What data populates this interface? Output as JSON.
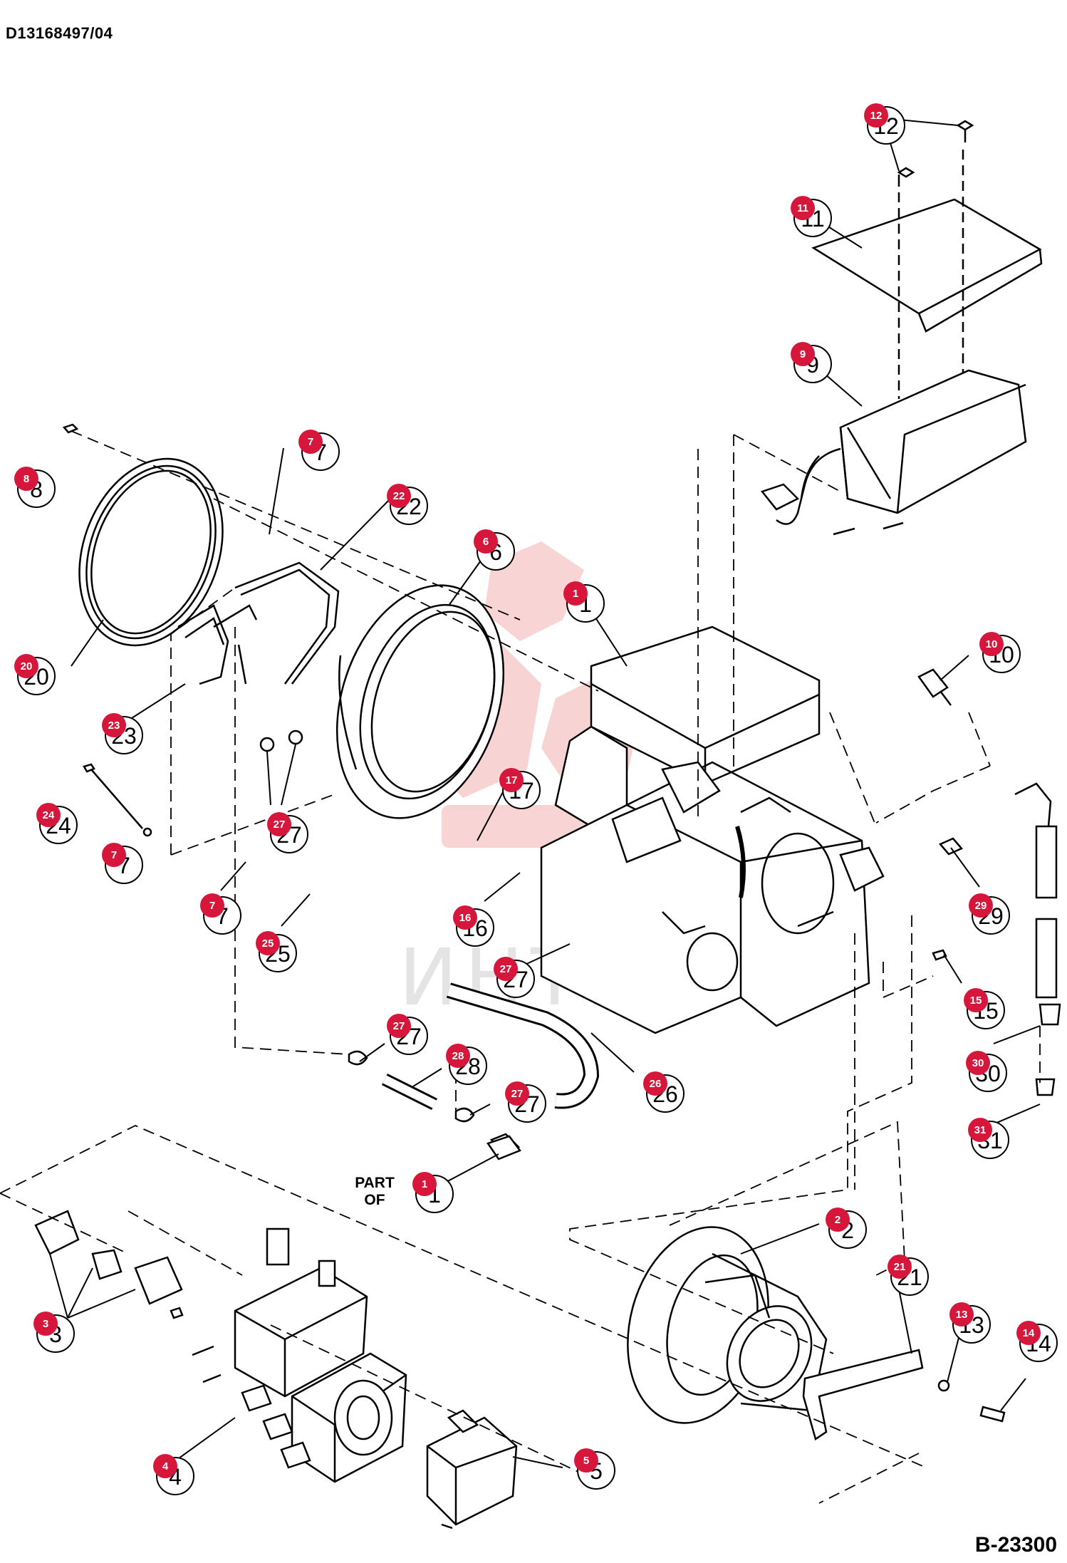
{
  "document": {
    "id": "D13168497/04",
    "page_code": "B-23300",
    "watermark": "ИНТЕХ"
  },
  "labels": {
    "part_of_line1": "PART",
    "part_of_line2": "OF"
  },
  "colors": {
    "badge": "#d7163c",
    "line": "#000000",
    "watermark_red": "#f3c7c7"
  },
  "callouts": [
    {
      "id": "c12",
      "number": "12"
    },
    {
      "id": "c11",
      "number": "11"
    },
    {
      "id": "c9",
      "number": "9"
    },
    {
      "id": "c8",
      "number": "8"
    },
    {
      "id": "c7a",
      "number": "7"
    },
    {
      "id": "c22",
      "number": "22"
    },
    {
      "id": "c6",
      "number": "6"
    },
    {
      "id": "c1",
      "number": "1"
    },
    {
      "id": "c10",
      "number": "10"
    },
    {
      "id": "c20",
      "number": "20"
    },
    {
      "id": "c23",
      "number": "23"
    },
    {
      "id": "c17",
      "number": "17"
    },
    {
      "id": "c24",
      "number": "24"
    },
    {
      "id": "c27a",
      "number": "27"
    },
    {
      "id": "c7b",
      "number": "7"
    },
    {
      "id": "c29",
      "number": "29"
    },
    {
      "id": "c16",
      "number": "16"
    },
    {
      "id": "c7c",
      "number": "7"
    },
    {
      "id": "c25",
      "number": "25"
    },
    {
      "id": "c27b",
      "number": "27"
    },
    {
      "id": "c15",
      "number": "15"
    },
    {
      "id": "c27c",
      "number": "27"
    },
    {
      "id": "c28",
      "number": "28"
    },
    {
      "id": "c30",
      "number": "30"
    },
    {
      "id": "c27d",
      "number": "27"
    },
    {
      "id": "c26",
      "number": "26"
    },
    {
      "id": "c31",
      "number": "31"
    },
    {
      "id": "c1b",
      "number": "1"
    },
    {
      "id": "c2",
      "number": "2"
    },
    {
      "id": "c21",
      "number": "21"
    },
    {
      "id": "c3",
      "number": "3"
    },
    {
      "id": "c13",
      "number": "13"
    },
    {
      "id": "c14",
      "number": "14"
    },
    {
      "id": "c4",
      "number": "4"
    },
    {
      "id": "c5",
      "number": "5"
    }
  ]
}
